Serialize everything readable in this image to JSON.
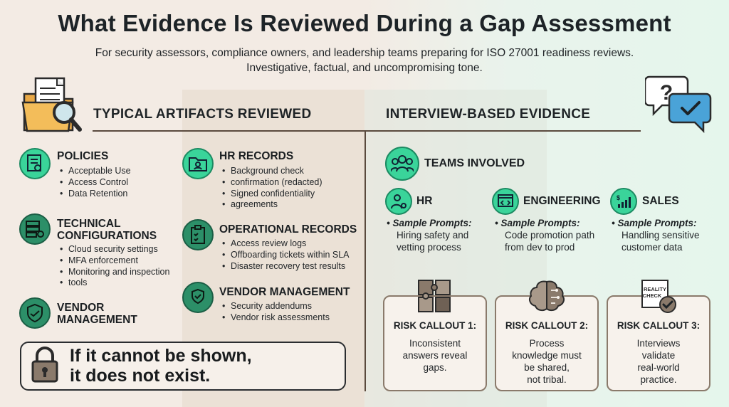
{
  "header": {
    "title": "What Evidence Is Reviewed During a Gap Assessment",
    "subtitle_line1": "For security assessors, compliance owners, and leadership teams preparing for ISO 27001 readiness reviews.",
    "subtitle_line2": "Investigative, factual, and uncompromising tone."
  },
  "artifacts": {
    "heading": "TYPICAL ARTIFACTS REVIEWED",
    "policies": {
      "title": "POLICIES",
      "items": [
        "Acceptable Use",
        "Access Control",
        "Data Retention"
      ]
    },
    "technical": {
      "title_line1": "TECHNICAL",
      "title_line2": "CONFIGURATIONS",
      "items": [
        "Cloud security settings",
        "MFA enforcement",
        "Monitoring and inspection",
        "tools"
      ]
    },
    "vendor_left": {
      "title_line1": "VENDOR",
      "title_line2": "MANAGEMENT"
    },
    "hr_records": {
      "title": "HR RECORDS",
      "items": [
        "Background check",
        "confirmation (redacted)",
        "Signed confidentiality",
        "agreements"
      ]
    },
    "operational": {
      "title": "OPERATIONAL RECORDS",
      "items": [
        "Access review logs",
        "Offboarding tickets within SLA",
        "Disaster recovery test results"
      ]
    },
    "vendor_right": {
      "title": "VENDOR MANAGEMENT",
      "items": [
        "Security addendums",
        "Vendor risk assessments"
      ]
    },
    "callout_line1": "If it cannot be shown,",
    "callout_line2": "it does not exist."
  },
  "interview": {
    "heading": "INTERVIEW-BASED EVIDENCE",
    "teams_heading": "TEAMS INVOLVED",
    "prompt_label": "Sample Prompts:",
    "teams": [
      {
        "name": "HR",
        "prompt_line1": "Hiring safety and",
        "prompt_line2": "vetting process"
      },
      {
        "name": "ENGINEERING",
        "prompt_line1": "Code promotion path",
        "prompt_line2": "from dev to prod"
      },
      {
        "name": "SALES",
        "prompt_line1": "Handling sensitive",
        "prompt_line2": "customer data"
      }
    ],
    "risks": [
      {
        "title": "RISK CALLOUT 1:",
        "l1": "Inconsistent",
        "l2": "answers reveal",
        "l3": "gaps.",
        "l4": ""
      },
      {
        "title": "RISK CALLOUT 2:",
        "l1": "Process",
        "l2": "knowledge must",
        "l3": "be shared,",
        "l4": "not tribal."
      },
      {
        "title": "RISK CALLOUT 3:",
        "l1": "Interviews",
        "l2": "validate",
        "l3": "real-world",
        "l4": "practice."
      }
    ],
    "reality_check_label_line1": "REALITY",
    "reality_check_label_line2": "CHECK",
    "question_mark": "?",
    "dollar_sign": "$"
  },
  "icons": {
    "folder": "folder-search-icon",
    "chat": "chat-question-check-icon",
    "policies": "certificate-icon",
    "technical": "server-gear-icon",
    "vendor": "handshake-shield-icon",
    "hr": "id-folder-icon",
    "operational": "clipboard-check-icon",
    "vendor_mgmt": "hand-shield-icon",
    "lock": "padlock-icon",
    "teams": "people-group-icon",
    "hr_team": "person-gear-icon",
    "engineering": "code-window-icon",
    "sales": "chart-growth-icon",
    "puzzle": "puzzle-icon",
    "brain": "brain-circuit-icon",
    "reality": "reality-check-icon"
  },
  "colors": {
    "accent": "#3ad49a",
    "accent_dark": "#2c8f68",
    "rule": "#5a4a3e",
    "box_border": "#8a7a6b"
  }
}
